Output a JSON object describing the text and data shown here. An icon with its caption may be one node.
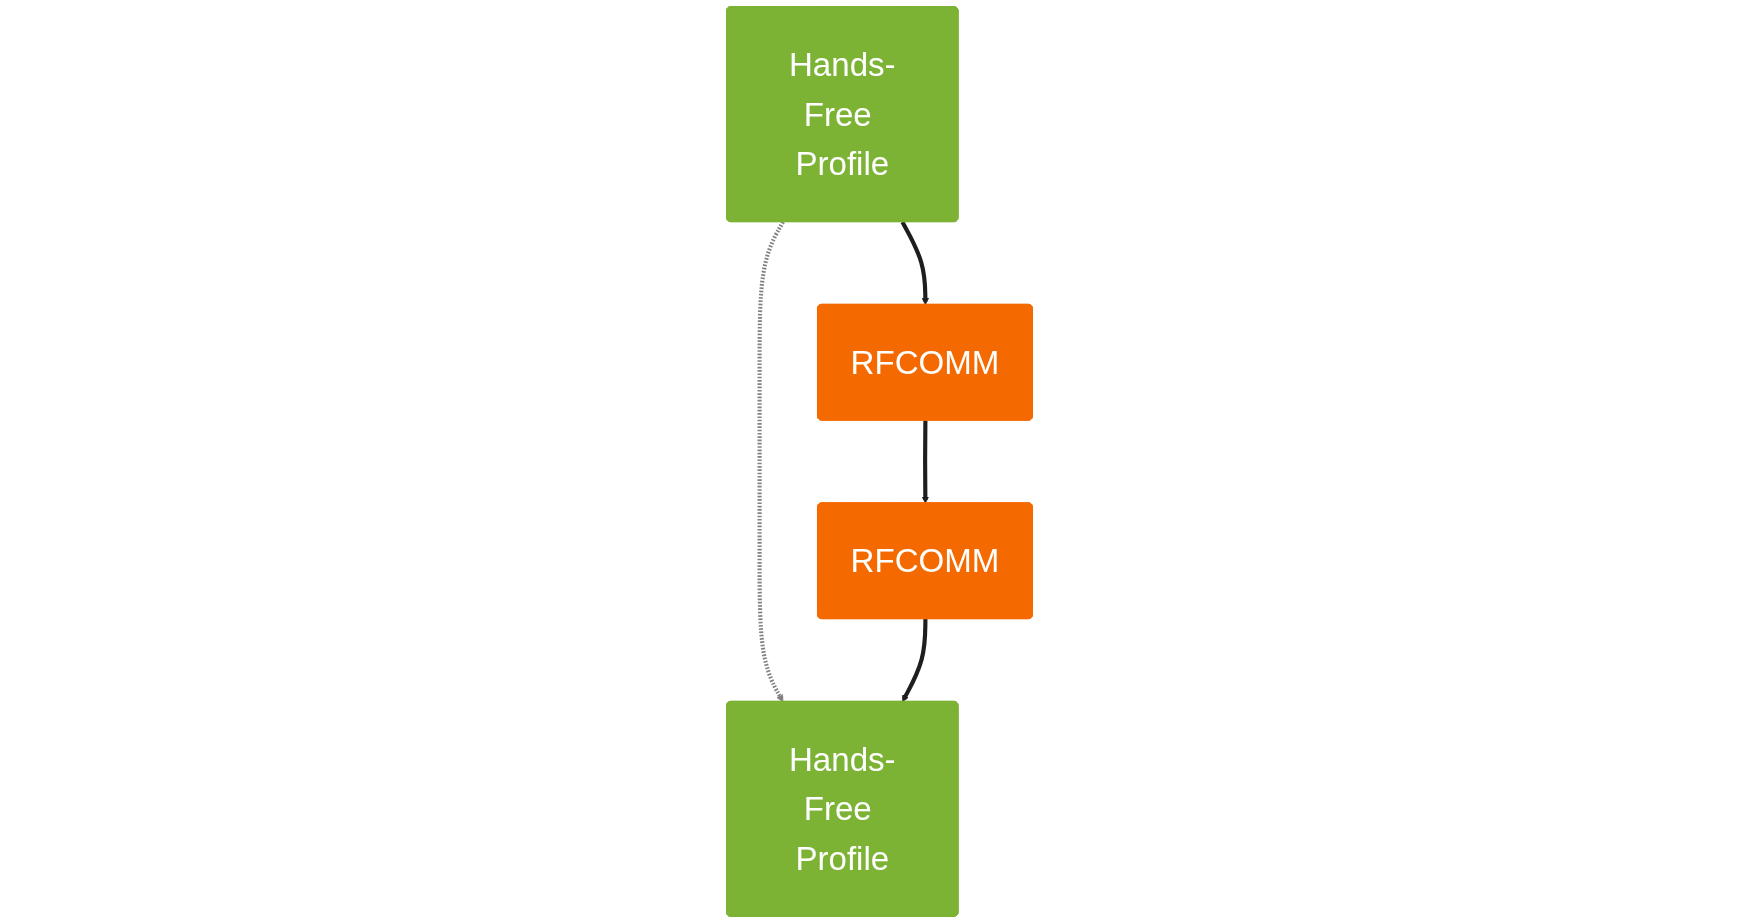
{
  "diagram": {
    "nodes": [
      {
        "text": [
          "Hands-Free Profile"
        ]
      },
      {
        "text": [
          "RFCOMM"
        ]
      },
      {
        "text": [
          "Hands-Free Profile"
        ]
      },
      {
        "text": [
          "RFCOMM"
        ]
      }
    ],
    "edges": [
      {
        "from": 0,
        "to": 1,
        "arrow": "to"
      },
      {
        "from": 0,
        "to": 2,
        "arrow": "to",
        "style": "dashed",
        "color": "#808080"
      },
      {
        "from": 1,
        "to": 3,
        "arrow": "to"
      },
      {
        "from": 3,
        "to": 2,
        "arrow": "to"
      }
    ]
  }
}
